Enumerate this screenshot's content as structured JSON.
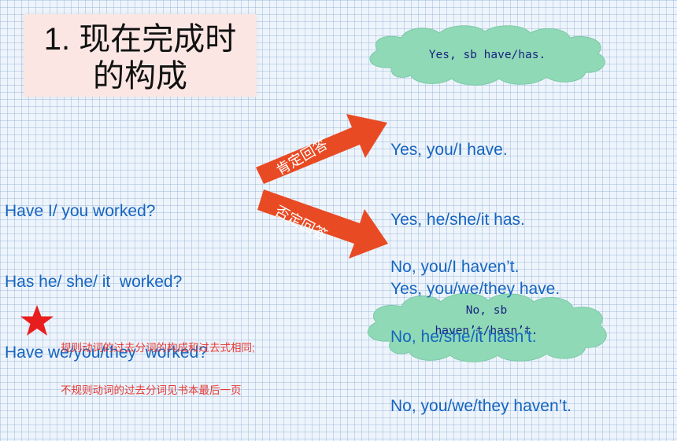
{
  "title": {
    "line1": "1. 现在完成时",
    "line2": "的构成"
  },
  "questions": [
    "Have I/ you worked?",
    "Has he/ she/ it  worked?",
    "Have we/you/they  worked?"
  ],
  "arrows": {
    "yes_label": "肯定回答",
    "no_label": "否定回答",
    "color": "#e84a24"
  },
  "yes_answers": [
    "Yes, you/I have.",
    "Yes, he/she/it has.",
    "Yes, you/we/they have."
  ],
  "no_answers": [
    "No, you/I haven’t.",
    "No, he/she/it hasn’t.",
    "No, you/we/they haven’t."
  ],
  "cloud_yes": {
    "text": "Yes, sb have/has."
  },
  "cloud_no": {
    "line1": "No, sb",
    "line2": "haven’t/hasn’t."
  },
  "note": {
    "line1": "规则动词的过去分词的构成和过去式相同;",
    "line2": "不规则动词的过去分词见书本最后一页",
    "icon": "star-icon"
  },
  "colors": {
    "text_blue": "#1565c0",
    "cloud_fill": "#8fd9b6",
    "title_bg": "#fbe6e3",
    "note_red": "#e53935"
  }
}
